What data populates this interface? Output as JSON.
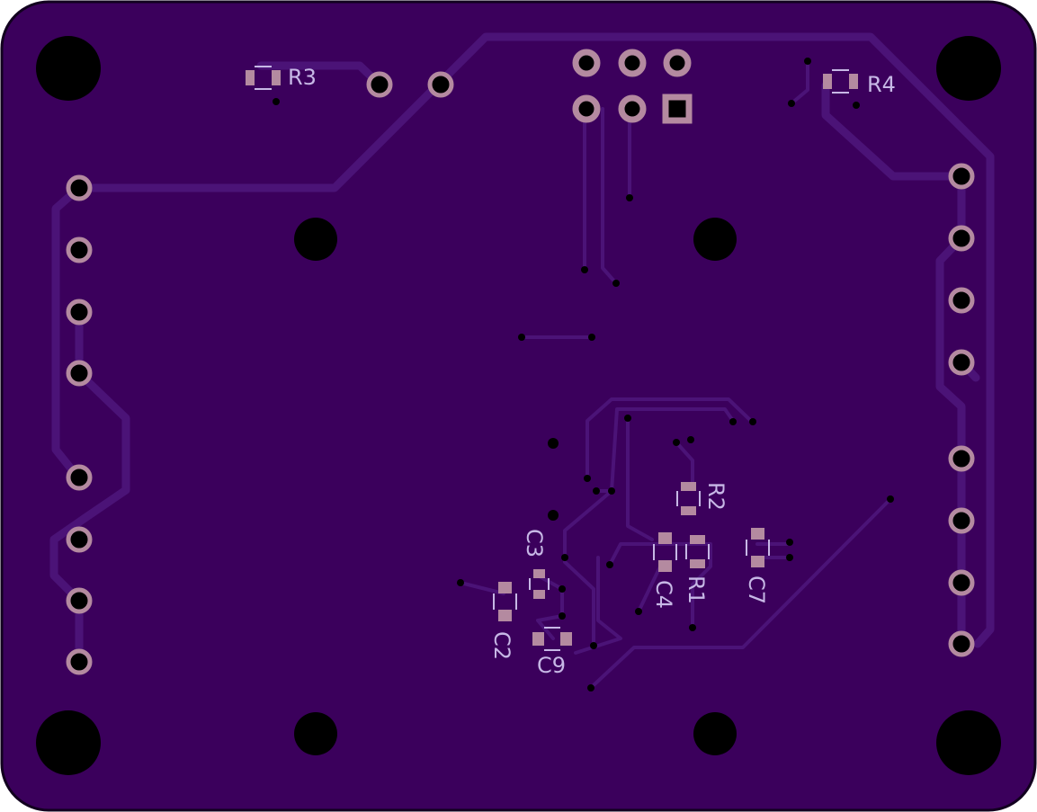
{
  "colors": {
    "board_fill": "#3b005c",
    "board_edge": "#12001f",
    "trace": "#4b1377",
    "pad_copper": "#b48aa0",
    "drill_hole": "#000000",
    "via": "#000000",
    "silk": "#c7b8e6"
  },
  "labels": {
    "r1": "R1",
    "r2": "R2",
    "r3": "R3",
    "r4": "R4",
    "c2": "C2",
    "c3": "C3",
    "c4": "C4",
    "c7": "C7",
    "c9": "C9"
  }
}
